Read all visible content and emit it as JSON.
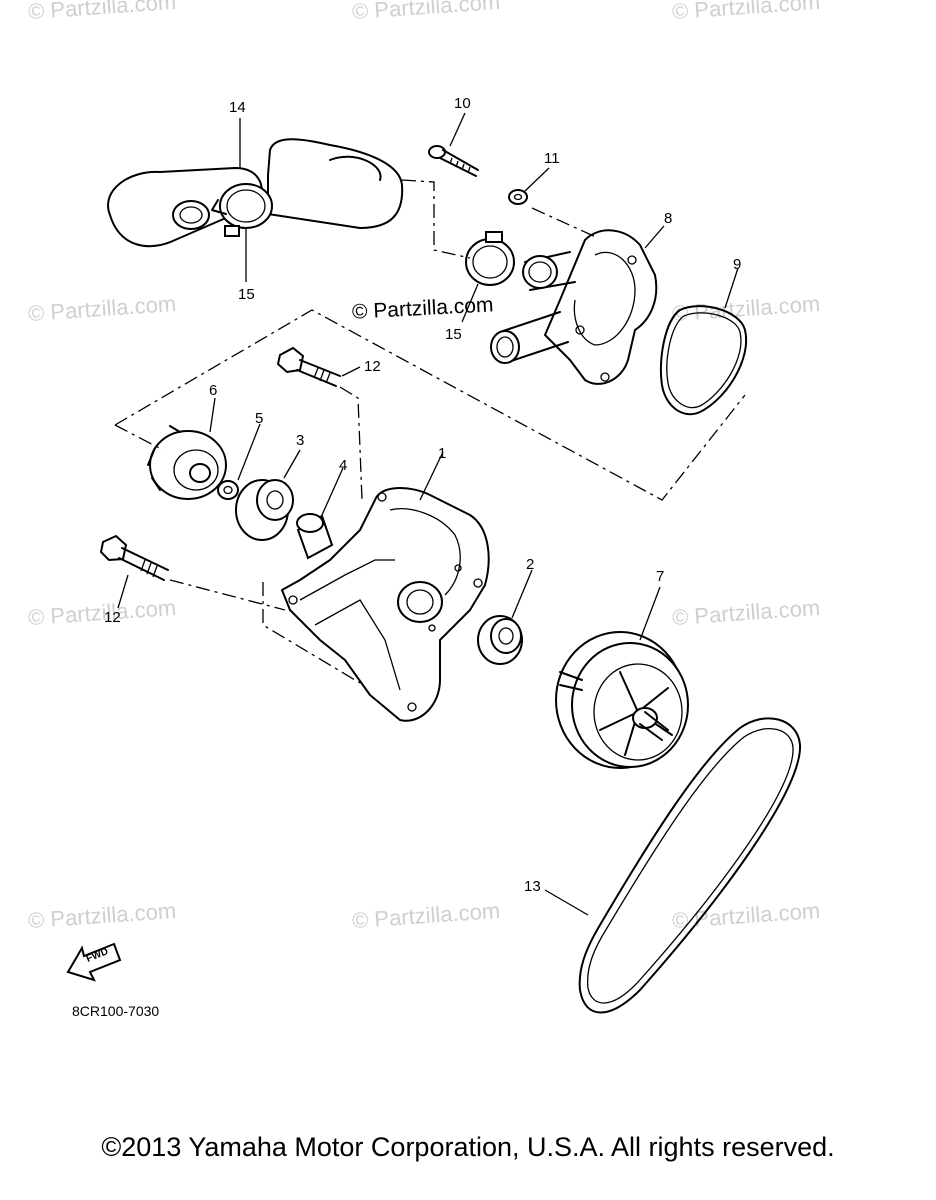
{
  "watermark": "© Partzilla.com",
  "diagram_code": "8CR100-7030",
  "fwd_label": "FWD",
  "copyright": "©2013 Yamaha Motor Corporation, U.S.A. All rights reserved.",
  "callouts": {
    "c1": "1",
    "c2": "2",
    "c3": "3",
    "c4": "4",
    "c5": "5",
    "c6": "6",
    "c7": "7",
    "c8": "8",
    "c9": "9",
    "c10": "10",
    "c11": "11",
    "c12a": "12",
    "c12b": "12",
    "c13": "13",
    "c14": "14",
    "c15a": "15",
    "c15b": "15"
  }
}
